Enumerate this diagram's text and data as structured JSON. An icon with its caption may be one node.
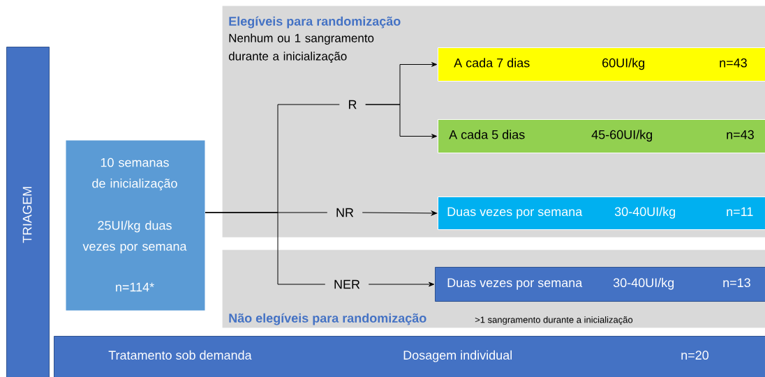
{
  "diagram": {
    "nodes": [
      {
        "text": [
          "TRIAGEM"
        ]
      },
      {
        "text": [
          "10 semanas de inicialização",
          "25UI/kg duas vezes por semana",
          "n=114*"
        ]
      },
      {
        "text": [
          "Elegíveis para randomização",
          "Nenhum ou 1 sangramento durante a inicialização"
        ]
      },
      {
        "text": [
          "Não elegíveis para randomização",
          ">1 sangramento durante a inicialização"
        ]
      },
      {
        "text": [
          "R"
        ],
        "in": 2
      },
      {
        "text": [
          "NR"
        ],
        "in": 2
      },
      {
        "text": [
          "NER"
        ],
        "in": 3
      },
      {
        "text": [
          "A cada 7 dias",
          "60UI/kg",
          "n=43"
        ],
        "in": 2
      },
      {
        "text": [
          "A cada 5 dias",
          "45-60UI/kg",
          "n=43"
        ],
        "in": 2
      },
      {
        "text": [
          "Duas vezes por semana",
          "30-40UI/kg",
          "n=11"
        ],
        "in": 2
      },
      {
        "text": [
          "Duas vezes por semana",
          "30-40UI/kg",
          "n=13"
        ],
        "in": 3
      },
      {
        "text": [
          "Tratamento sob demanda",
          "Dosagem individual",
          "n=20"
        ]
      }
    ],
    "edges": [
      {
        "from": 1,
        "to": 4,
        "arrow": "none"
      },
      {
        "from": 1,
        "to": 5,
        "arrow": "none"
      },
      {
        "from": 1,
        "to": 6,
        "arrow": "none"
      },
      {
        "from": 4,
        "to": 7,
        "arrow": "to"
      },
      {
        "from": 4,
        "to": 8,
        "arrow": "to"
      },
      {
        "from": 5,
        "to": 9,
        "arrow": "to"
      },
      {
        "from": 6,
        "to": 10,
        "arrow": "to"
      }
    ]
  }
}
